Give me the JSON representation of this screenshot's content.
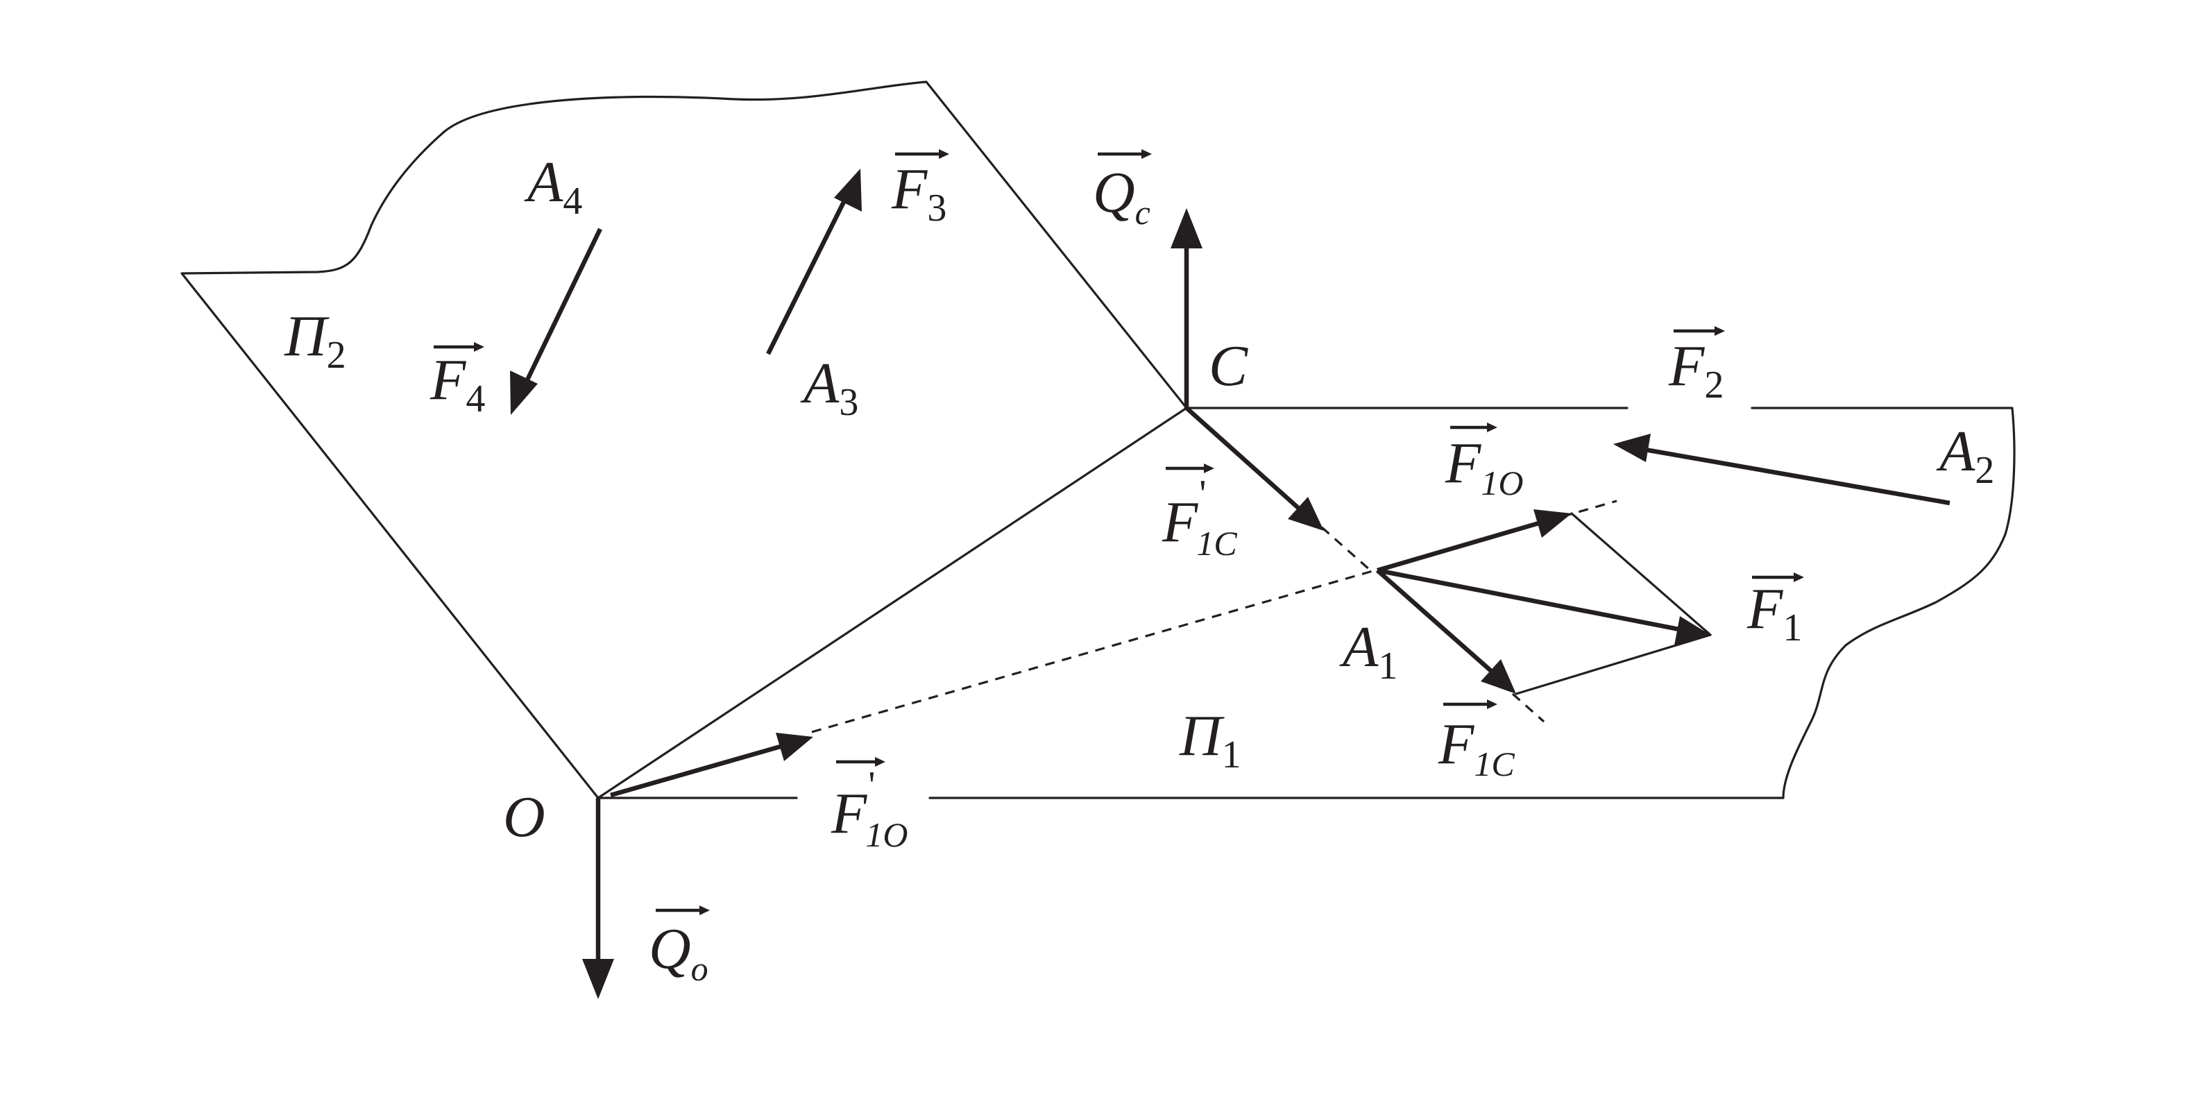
{
  "labels": {
    "Pi2": {
      "main": "Π",
      "sub": "2"
    },
    "Pi1": {
      "main": "Π",
      "sub": "1"
    },
    "A4": {
      "main": "A",
      "sub": "4"
    },
    "A3": {
      "main": "A",
      "sub": "3"
    },
    "A2": {
      "main": "A",
      "sub": "2"
    },
    "A1": {
      "main": "A",
      "sub": "1"
    },
    "C": {
      "main": "C"
    },
    "O": {
      "main": "O"
    },
    "F4": {
      "main": "F",
      "sub": "4"
    },
    "F3": {
      "main": "F",
      "sub": "3"
    },
    "F2": {
      "main": "F",
      "sub": "2"
    },
    "F1": {
      "main": "F",
      "sub": "1"
    },
    "Qc": {
      "main": "Q",
      "sub": "c"
    },
    "Qo": {
      "main": "Q",
      "sub": "o"
    },
    "F1O": {
      "main": "F",
      "sub": "1O"
    },
    "F1C": {
      "main": "F",
      "sub": "1C"
    },
    "F1Cp": {
      "main": "F",
      "sub": "1C",
      "prime": "'"
    },
    "F1Op": {
      "main": "F",
      "sub": "1O",
      "prime": "'"
    }
  },
  "style": {
    "ink": "#231f20",
    "background": "#ffffff"
  }
}
